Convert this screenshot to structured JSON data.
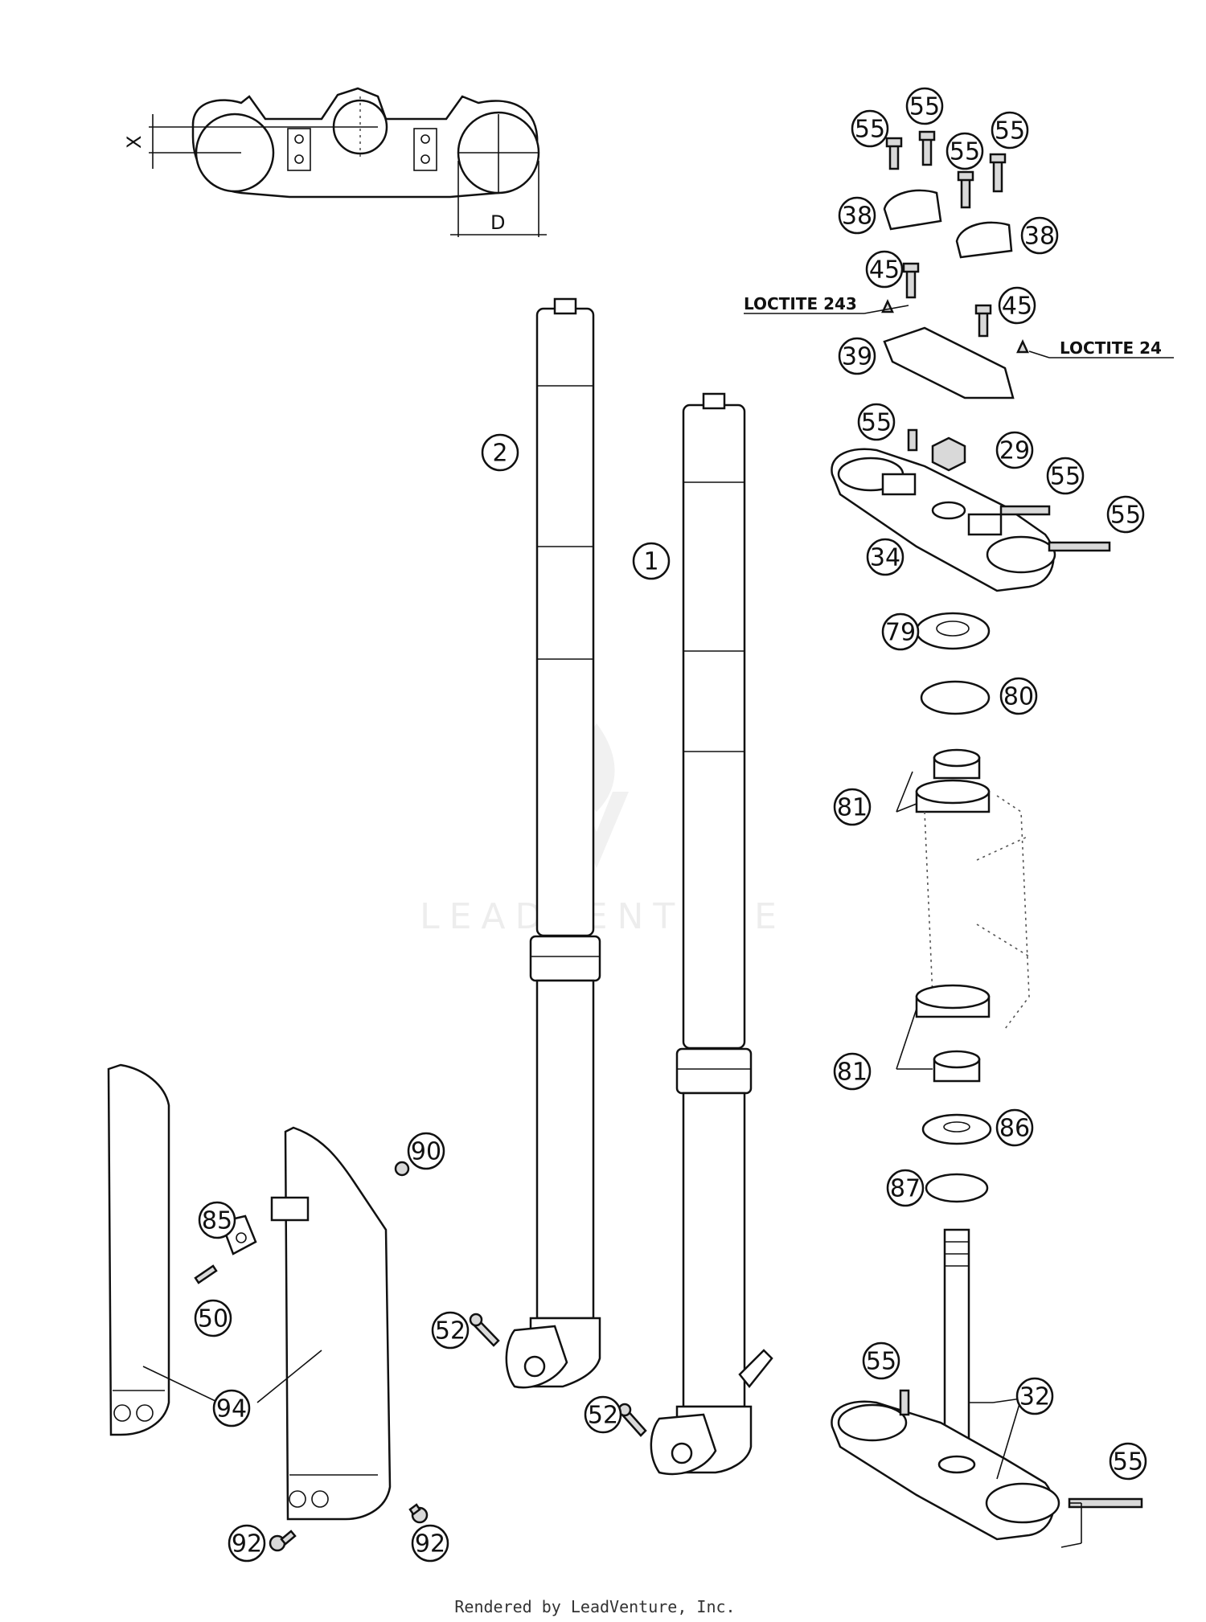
{
  "dimensions": {
    "x_label": "X",
    "d_label": "D"
  },
  "callouts": [
    {
      "id": "c-55a",
      "label": "55"
    },
    {
      "id": "c-55b",
      "label": "55"
    },
    {
      "id": "c-55c",
      "label": "55"
    },
    {
      "id": "c-55d",
      "label": "55"
    },
    {
      "id": "c-38a",
      "label": "38"
    },
    {
      "id": "c-38b",
      "label": "38"
    },
    {
      "id": "c-45a",
      "label": "45"
    },
    {
      "id": "c-45b",
      "label": "45"
    },
    {
      "id": "c-39",
      "label": "39"
    },
    {
      "id": "c-55e",
      "label": "55"
    },
    {
      "id": "c-29",
      "label": "29"
    },
    {
      "id": "c-55f",
      "label": "55"
    },
    {
      "id": "c-55g",
      "label": "55"
    },
    {
      "id": "c-34",
      "label": "34"
    },
    {
      "id": "c-2",
      "label": "2"
    },
    {
      "id": "c-1",
      "label": "1"
    },
    {
      "id": "c-79",
      "label": "79"
    },
    {
      "id": "c-80",
      "label": "80"
    },
    {
      "id": "c-81a",
      "label": "81"
    },
    {
      "id": "c-81b",
      "label": "81"
    },
    {
      "id": "c-86",
      "label": "86"
    },
    {
      "id": "c-87",
      "label": "87"
    },
    {
      "id": "c-90",
      "label": "90"
    },
    {
      "id": "c-85",
      "label": "85"
    },
    {
      "id": "c-50",
      "label": "50"
    },
    {
      "id": "c-52a",
      "label": "52"
    },
    {
      "id": "c-52b",
      "label": "52"
    },
    {
      "id": "c-94",
      "label": "94"
    },
    {
      "id": "c-92a",
      "label": "92"
    },
    {
      "id": "c-92b",
      "label": "92"
    },
    {
      "id": "c-55h",
      "label": "55"
    },
    {
      "id": "c-32",
      "label": "32"
    },
    {
      "id": "c-55i",
      "label": "55"
    }
  ],
  "notes": {
    "loctite_left": "LOCTITE 243",
    "loctite_right": "LOCTITE 24"
  },
  "watermark": "LEADVENTURE",
  "footer": "Rendered by LeadVenture, Inc."
}
